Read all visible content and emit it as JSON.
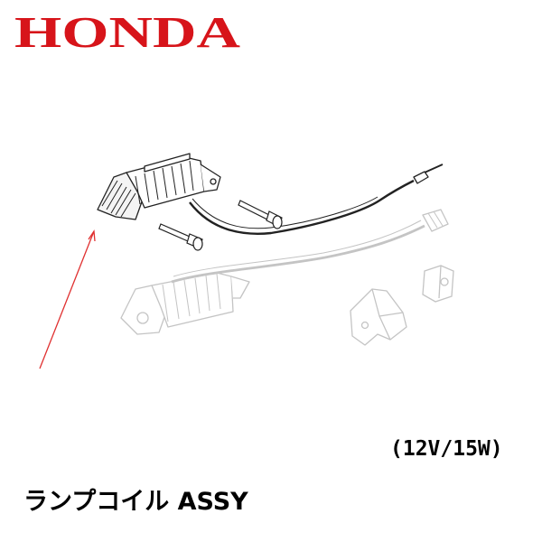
{
  "brand": {
    "logo_text": "HONDA",
    "color": "#d7141a"
  },
  "diagram": {
    "highlight_arrow_color": "#e03030",
    "active_part_color": "#222222",
    "faded_part_color": "#c4c4c4"
  },
  "product": {
    "spec": "(12V/15W)",
    "name": "ランプコイル ASSY"
  }
}
